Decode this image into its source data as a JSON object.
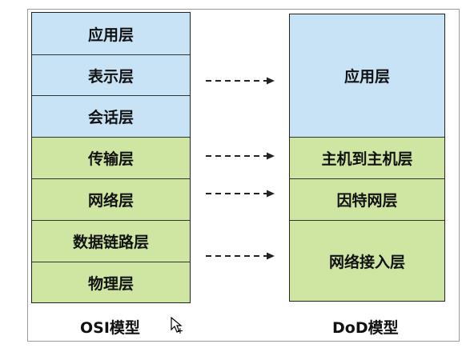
{
  "osi_model": {
    "caption": "OSI模型",
    "layers": [
      {
        "label": "应用层",
        "color": "#c8e3f6"
      },
      {
        "label": "表示层",
        "color": "#c8e3f6"
      },
      {
        "label": "会话层",
        "color": "#c8e3f6"
      },
      {
        "label": "传输层",
        "color": "#cfe6a3"
      },
      {
        "label": "网络层",
        "color": "#cfe6a3"
      },
      {
        "label": "数据链路层",
        "color": "#cfe6a3"
      },
      {
        "label": "物理层",
        "color": "#cfe6a3"
      }
    ]
  },
  "dod_model": {
    "caption": "DoD模型",
    "layers": [
      {
        "label": "应用层",
        "color": "#c8e3f6"
      },
      {
        "label": "主机到主机层",
        "color": "#cfe6a3"
      },
      {
        "label": "因特网层",
        "color": "#cfe6a3"
      },
      {
        "label": "网络接入层",
        "color": "#cfe6a3"
      }
    ]
  },
  "mappings": [
    {
      "from": "表示层",
      "to": "应用层"
    },
    {
      "from": "传输层",
      "to": "主机到主机层"
    },
    {
      "from": "网络层",
      "to": "因特网层"
    },
    {
      "from": "数据链路层",
      "to": "网络接入层"
    }
  ],
  "colors": {
    "upper_layer": "#c8e3f6",
    "lower_layer": "#cfe6a3",
    "arrow": "#222222"
  }
}
